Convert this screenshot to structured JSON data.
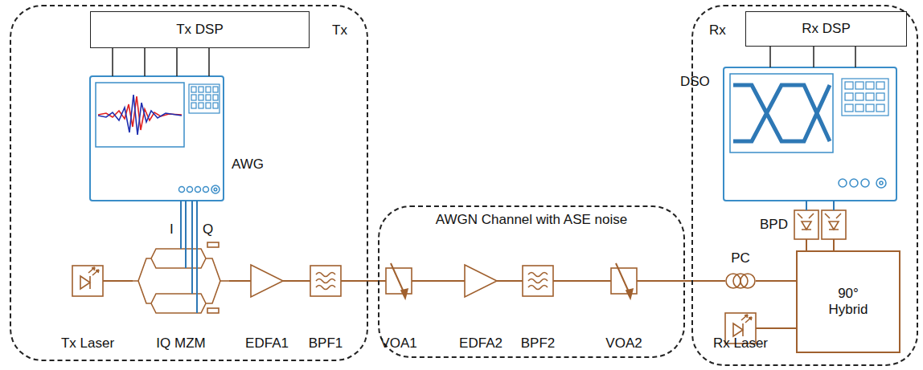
{
  "diagram": {
    "nodes": [
      {
        "text": [
          "Tx"
        ]
      },
      {
        "text": [
          "Tx DSP"
        ],
        "in": 0
      },
      {
        "text": [
          "AWG"
        ],
        "in": 0
      },
      {
        "text": [
          "Tx Laser"
        ],
        "in": 0
      },
      {
        "text": [
          "IQ MZM"
        ],
        "in": 0
      },
      {
        "text": [
          "EDFA1"
        ],
        "in": 0
      },
      {
        "text": [
          "BPF1"
        ],
        "in": 0
      },
      {
        "text": [
          "AWGN Channel with ASE noise"
        ]
      },
      {
        "text": [
          "VOA1"
        ],
        "in": 7
      },
      {
        "text": [
          "EDFA2"
        ],
        "in": 7
      },
      {
        "text": [
          "BPF2"
        ],
        "in": 7
      },
      {
        "text": [
          "VOA2"
        ],
        "in": 7
      },
      {
        "text": [
          "Rx"
        ]
      },
      {
        "text": [
          "Rx DSP"
        ],
        "in": 12
      },
      {
        "text": [
          "DSO"
        ],
        "in": 12
      },
      {
        "text": [
          "BPD"
        ],
        "in": 12
      },
      {
        "text": [
          "PC"
        ],
        "in": 12
      },
      {
        "text": [
          "90° Hybrid"
        ],
        "in": 12
      },
      {
        "text": [
          "Rx Laser"
        ],
        "in": 12
      }
    ],
    "edges": [
      {
        "from": 1,
        "to": 2,
        "arrow": "none"
      },
      {
        "from": 2,
        "to": 4,
        "arrow": "none"
      },
      {
        "from": 3,
        "to": 4,
        "arrow": "none"
      },
      {
        "from": 4,
        "to": 5,
        "arrow": "none"
      },
      {
        "from": 5,
        "to": 6,
        "arrow": "none"
      },
      {
        "from": 6,
        "to": 8,
        "arrow": "none"
      },
      {
        "from": 8,
        "to": 9,
        "arrow": "none"
      },
      {
        "from": 9,
        "to": 10,
        "arrow": "none"
      },
      {
        "from": 10,
        "to": 11,
        "arrow": "none"
      },
      {
        "from": 11,
        "to": 16,
        "arrow": "none"
      },
      {
        "from": 16,
        "to": 17,
        "arrow": "none"
      },
      {
        "from": 18,
        "to": 17,
        "arrow": "none"
      },
      {
        "from": 17,
        "to": 15,
        "arrow": "none"
      },
      {
        "from": 15,
        "to": 14,
        "arrow": "none"
      },
      {
        "from": 14,
        "to": 13,
        "arrow": "none"
      }
    ],
    "labels": [
      "I",
      "Q"
    ]
  }
}
